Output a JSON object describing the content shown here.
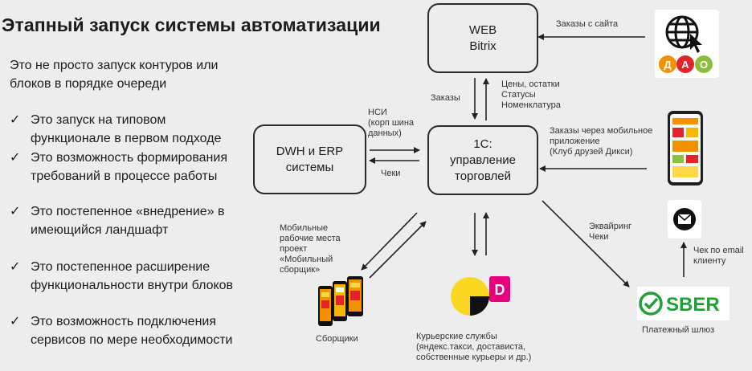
{
  "title": "Этапный запуск системы автоматизации",
  "intro": [
    "Это не просто запуск контуров или",
    "блоков в порядке очереди"
  ],
  "points": [
    [
      "Это запуск на типовом",
      "функционале в первом подходе"
    ],
    [
      "Это возможность формирования",
      "требований в процессе работы"
    ],
    [
      "Это постепенное «внедрение» в",
      "имеющийся ландшафт"
    ],
    [
      "Это постепенное расширение",
      "функциональности внутри блоков"
    ],
    [
      "Это возможность подключения",
      "сервисов по мере необходимости"
    ]
  ],
  "check_icon": "✓",
  "boxes": {
    "web": [
      "WEB",
      "Bitrix"
    ],
    "dwh": [
      "DWH и ERP",
      "системы"
    ],
    "onec": [
      "1С:",
      "управление",
      "торговлей"
    ]
  },
  "labels": {
    "site_orders": "Заказы с сайта",
    "orders": "Заказы",
    "prices": [
      "Цены, остатки",
      "Статусы",
      "Номенклатура"
    ],
    "nsi": [
      "НСИ",
      "(корп шина",
      "данных)"
    ],
    "cheki": "Чеки",
    "mobile_orders": [
      "Заказы через мобильное",
      "приложение",
      "(Клуб друзей Дикси)"
    ],
    "mobile_workplaces": [
      "Мобильные",
      "рабочие места",
      "проект",
      "«Мобильный",
      "сборщик»"
    ],
    "acquiring": [
      "Эквайринг",
      "Чеки"
    ],
    "email_check": [
      "Чек по email",
      "клиенту"
    ],
    "pickers": "Сборщики",
    "couriers": [
      "Курьерские службы",
      "(яндекс.такси, достависта,",
      "собственные курьеры и др.)"
    ],
    "gateway": "Платежный шлюз",
    "sber": "SBER",
    "dikidi_letters": [
      "Д",
      "А",
      "О"
    ],
    "dostavista_letter": "D"
  },
  "colors": {
    "sber_green": "#21a038",
    "yandex_yellow": "#fcd722",
    "dostavista_pink": "#e6007e",
    "dixi_red": "#e3242b",
    "dixi_orange": "#f39200",
    "dixi_green": "#8dbf3f"
  },
  "icons": [
    "globe-cursor-icon",
    "mobile-app-icon",
    "email-icon",
    "sber-logo-icon",
    "yandex-taxi-icon",
    "dostavista-icon",
    "phones-icon"
  ]
}
